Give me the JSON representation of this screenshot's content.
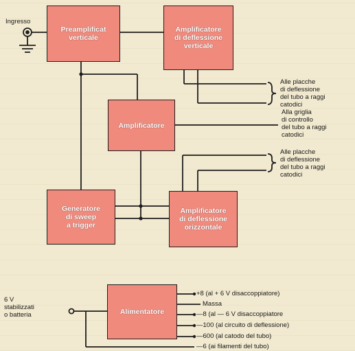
{
  "blocks": {
    "preamp": "Preamplificat\nverticale",
    "vert_amp": "Amplificatore\ndi deflessione\nverticale",
    "amp": "Amplificatore",
    "sweep": "Generatore\ndi sweep\na trigger",
    "horiz_amp": "Amplificatore\ndi deflessione\norizzontale",
    "power": "Alimentatore"
  },
  "labels": {
    "input": "Ingresso",
    "vert_plates": "Alle placche\ndi deflessione\ndel tubo a raggi\ncatodici",
    "grid": "Alla griglia\ndi controllo\ndel tubo a raggi\ncatodici",
    "horiz_plates": "Alle placche\ndi deflessione\ndel tubo a raggi\ncatodici",
    "power_in": "6 V\nstabilizzati\no batteria"
  },
  "power_outputs": [
    "+8 (al + 6 V disaccoppiatore)",
    "Massa",
    "—8 (al — 6 V disaccoppiatore",
    "—100 (al circuito di deflessione)",
    "—600 (al catodo del tubo)",
    "—6 (ai filamenti del tubo)"
  ]
}
